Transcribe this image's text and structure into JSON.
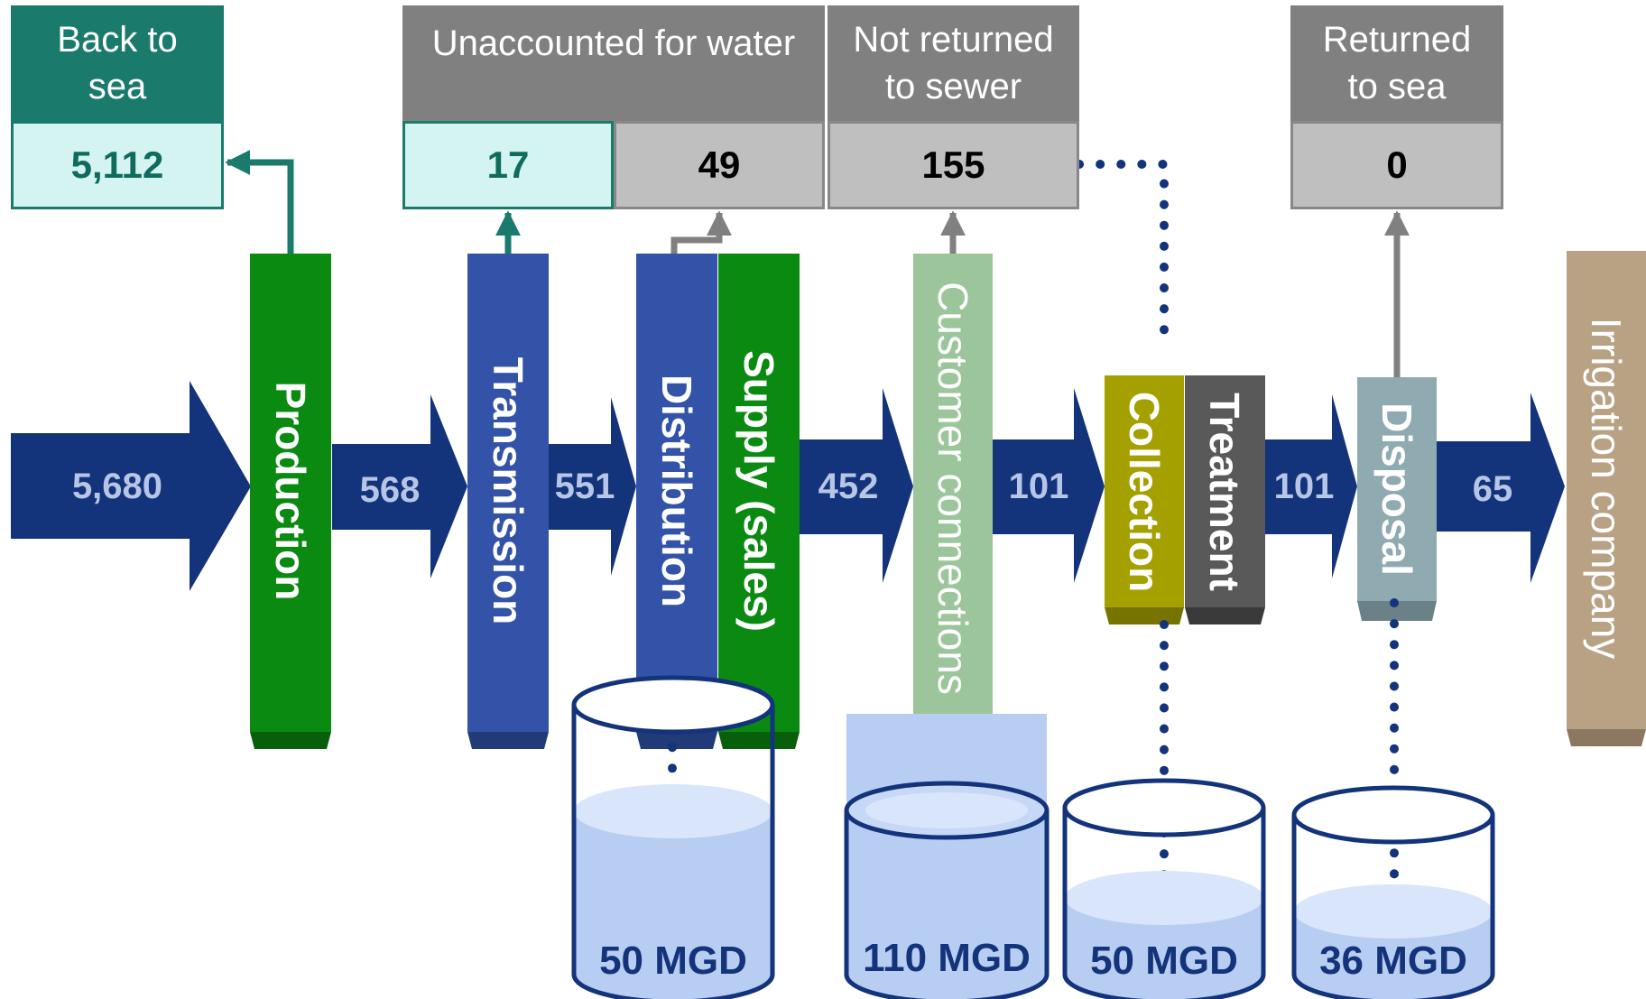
{
  "top_boxes": {
    "back_to_sea": {
      "header": "Back to sea",
      "value": "5,112"
    },
    "unaccounted_for_water": {
      "header": "Unaccounted for water",
      "values": [
        "17",
        "49"
      ]
    },
    "not_returned_to_sewer": {
      "header": "Not returned to sewer",
      "value": "155"
    },
    "returned_to_sea": {
      "header": "Returned to sea",
      "value": "0"
    }
  },
  "flows": [
    "5,680",
    "568",
    "551",
    "452",
    "101",
    "101",
    "65"
  ],
  "stages": {
    "production": "Production",
    "transmission": "Transmission",
    "distribution": "Distribution",
    "supply_sales": "Supply (sales)",
    "customer_connections": "Customer connections",
    "collection": "Collection",
    "treatment": "Treatment",
    "disposal": "Disposal",
    "irrigation_company": "Irrigation company"
  },
  "tanks": [
    "50 MGD",
    "110 MGD",
    "50 MGD",
    "36 MGD"
  ],
  "colors": {
    "flow_arrow": "#13337a",
    "flow_label": "#b7c6e6",
    "teal_header": "#1a7a6c",
    "teal_light": "#d3f4f1",
    "teal_text": "#0f6b5c",
    "gray_header": "#808080",
    "gray_cell": "#bfbfbf",
    "production": "#0a8a10",
    "transmission": "#3353a8",
    "distribution": "#3353a8",
    "supply": "#0a8a10",
    "customer_connections": "#9cc59b",
    "collection": "#a3a000",
    "treatment": "#595959",
    "disposal": "#8faab0",
    "irrigation": "#b9a184",
    "tank_water": "#b8cdf2",
    "tank_outline": "#13337a"
  }
}
